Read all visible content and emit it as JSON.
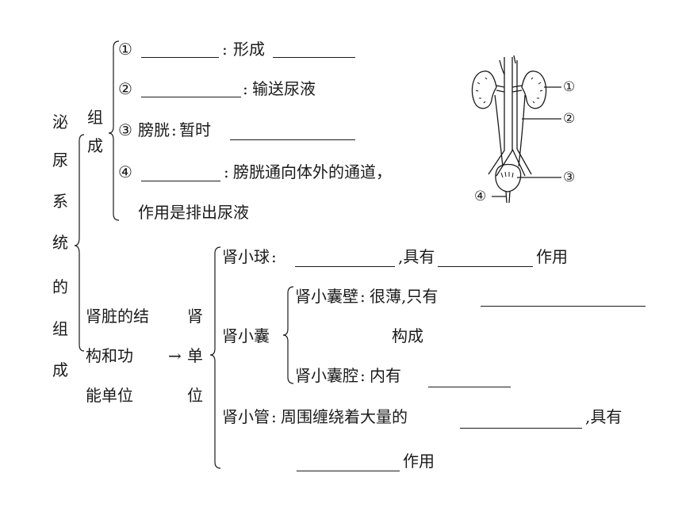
{
  "main_title": [
    "泌",
    "尿",
    "系",
    "统",
    "的",
    "组",
    "成"
  ],
  "composition": {
    "label": [
      "组",
      "成"
    ],
    "item1": {
      "marker": "①",
      "sep": ":",
      "text": "形成"
    },
    "item2": {
      "marker": "②",
      "sep": ":",
      "text": "输送尿液"
    },
    "item3": {
      "marker": "③",
      "name": "膀胱",
      "sep": ":",
      "text": "暂时"
    },
    "item4": {
      "marker": "④",
      "sep": ":",
      "text": "膀胱通向体外的通道，",
      "text2": "作用是排出尿液"
    }
  },
  "kidney_unit": {
    "label_lines": [
      "肾脏的结",
      "构和功",
      "能单位"
    ],
    "arrow": "→",
    "nephron_label": [
      "肾",
      "单",
      "位"
    ],
    "glomerulus": {
      "name": "肾小球",
      "sep": ":",
      "mid": ",具有",
      "end": "作用"
    },
    "capsule": {
      "name": "肾小囊",
      "wall": {
        "name": "肾小囊壁",
        "sep": ":",
        "text": "很薄,只有",
        "end": "构成"
      },
      "cavity": {
        "name": "肾小囊腔",
        "sep": ":",
        "text": "内有"
      }
    },
    "tubule": {
      "name": "肾小管",
      "sep": ":",
      "text": "周围缠绕着大量的",
      "mid": ",具有",
      "end": "作用"
    }
  },
  "diagram": {
    "labels": [
      "①",
      "②",
      "③",
      "④"
    ]
  }
}
